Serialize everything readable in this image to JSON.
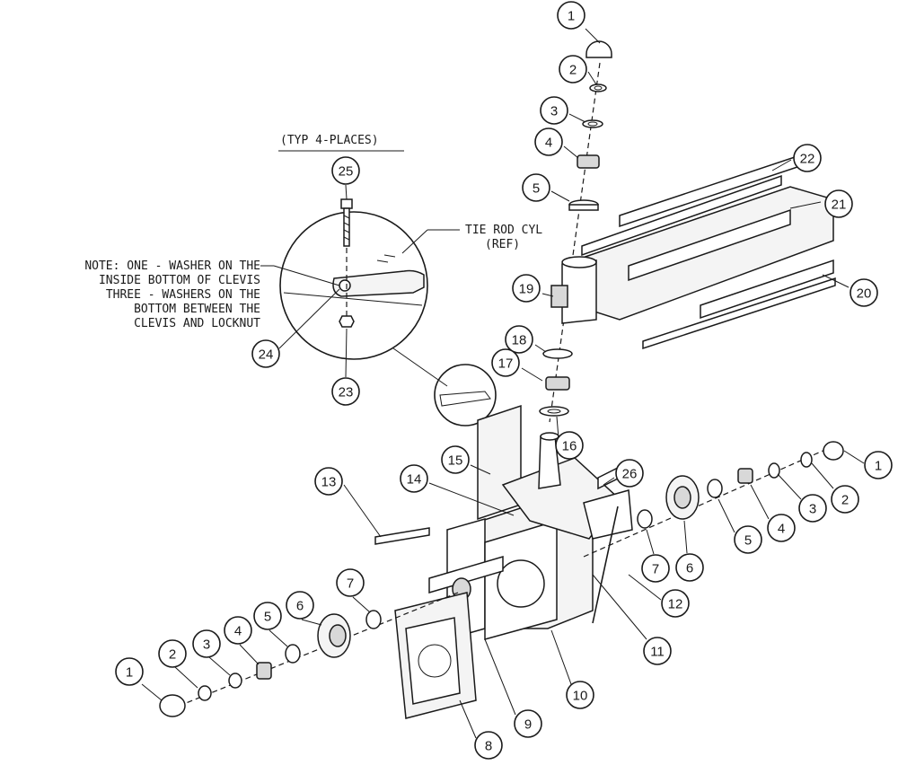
{
  "detail": {
    "header": "(TYP 4-PLACES)",
    "tie_rod_line1": "TIE ROD CYL",
    "tie_rod_line2": "(REF)"
  },
  "note": {
    "lines": [
      "NOTE: ONE - WASHER ON THE",
      "INSIDE BOTTOM OF CLEVIS",
      "THREE - WASHERS ON THE",
      "BOTTOM BETWEEN THE",
      "CLEVIS AND LOCKNUT"
    ]
  },
  "callouts": [
    {
      "id": "c1-top",
      "label": "1"
    },
    {
      "id": "c2-top",
      "label": "2"
    },
    {
      "id": "c3-top",
      "label": "3"
    },
    {
      "id": "c4-top",
      "label": "4"
    },
    {
      "id": "c5-top",
      "label": "5"
    },
    {
      "id": "c22",
      "label": "22"
    },
    {
      "id": "c21",
      "label": "21"
    },
    {
      "id": "c20",
      "label": "20"
    },
    {
      "id": "c19",
      "label": "19"
    },
    {
      "id": "c18",
      "label": "18"
    },
    {
      "id": "c17",
      "label": "17"
    },
    {
      "id": "c16",
      "label": "16"
    },
    {
      "id": "c25",
      "label": "25"
    },
    {
      "id": "c24",
      "label": "24"
    },
    {
      "id": "c23",
      "label": "23"
    },
    {
      "id": "c15",
      "label": "15"
    },
    {
      "id": "c13",
      "label": "13"
    },
    {
      "id": "c14",
      "label": "14"
    },
    {
      "id": "c26",
      "label": "26"
    },
    {
      "id": "c12",
      "label": "12"
    },
    {
      "id": "c11",
      "label": "11"
    },
    {
      "id": "c10",
      "label": "10"
    },
    {
      "id": "c9",
      "label": "9"
    },
    {
      "id": "c8",
      "label": "8"
    },
    {
      "id": "c1-right",
      "label": "1"
    },
    {
      "id": "c2-right",
      "label": "2"
    },
    {
      "id": "c3-right",
      "label": "3"
    },
    {
      "id": "c4-right",
      "label": "4"
    },
    {
      "id": "c5-right",
      "label": "5"
    },
    {
      "id": "c6-right",
      "label": "6"
    },
    {
      "id": "c7-right",
      "label": "7"
    },
    {
      "id": "c1-left",
      "label": "1"
    },
    {
      "id": "c2-left",
      "label": "2"
    },
    {
      "id": "c3-left",
      "label": "3"
    },
    {
      "id": "c4-left",
      "label": "4"
    },
    {
      "id": "c5-left",
      "label": "5"
    },
    {
      "id": "c6-left",
      "label": "6"
    },
    {
      "id": "c7-left",
      "label": "7"
    }
  ]
}
